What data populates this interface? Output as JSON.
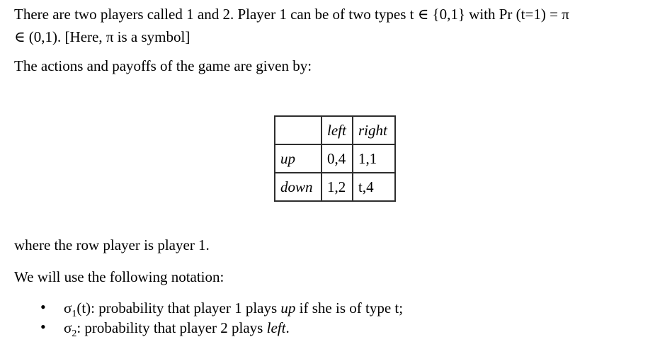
{
  "page": {
    "background": "#ffffff",
    "text_color": "#000000",
    "table_border_color": "#2e2e2e"
  },
  "intro": {
    "line1": "There are two players called 1 and 2. Player 1 can be of two types t ∈ {0,1} with Pr (t=1) = π",
    "line2": "∈ (0,1). [Here, π is a symbol]"
  },
  "actions_line": "The actions and payoffs of the game are given by:",
  "payoff_table": {
    "corner": "",
    "col_headers": [
      "left",
      "right"
    ],
    "rows": [
      {
        "label": "up",
        "cells": [
          "0,4",
          "1,1"
        ]
      },
      {
        "label": "down",
        "cells": [
          "1,2",
          "t,4"
        ]
      }
    ]
  },
  "row_player_line": "where the row player is player 1.",
  "notation_intro": "We will use the following notation:",
  "notation": {
    "bullet_glyph": "•",
    "items": [
      {
        "symbol": "σ",
        "subscript": "1",
        "before_italic": "(t): probability that player 1 plays ",
        "italic_word": "up",
        "after_italic": " if she is of type t;"
      },
      {
        "symbol": "σ",
        "subscript": "2",
        "before_italic": ": probability that player 2 plays ",
        "italic_word": "left",
        "after_italic": "."
      }
    ]
  }
}
